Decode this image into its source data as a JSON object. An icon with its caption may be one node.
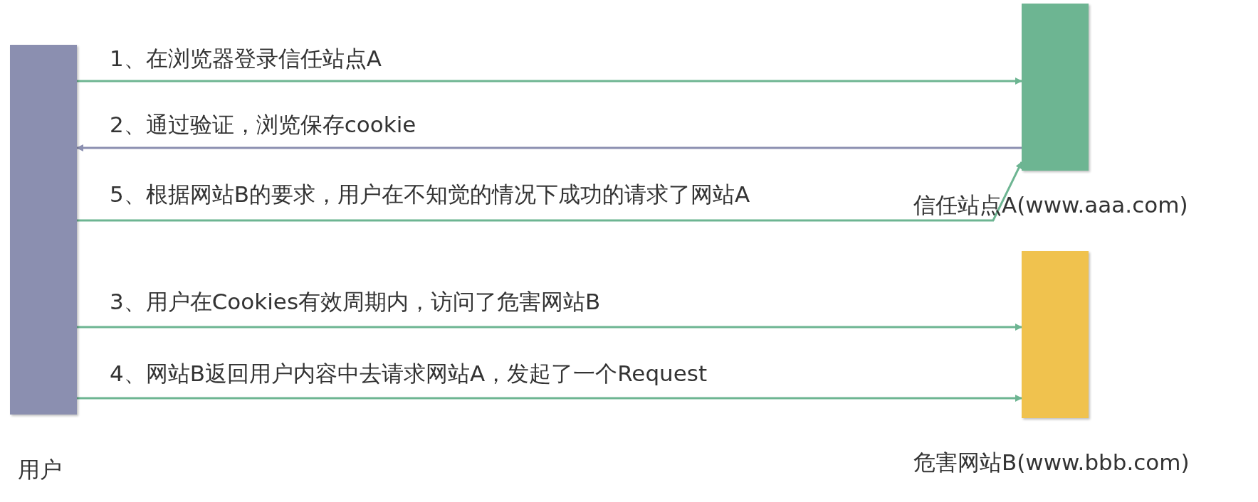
{
  "diagram": {
    "nodes": [
      {
        "text": [
          "用户"
        ]
      },
      {
        "text": [
          "信任站点A(www.aaa.com)"
        ]
      },
      {
        "text": [
          "危害网站B(www.bbb.com)"
        ]
      }
    ],
    "edges": [
      {
        "from": 0,
        "to": 1,
        "arrow": "to",
        "label": "1、在浏览器登录信任站点A"
      },
      {
        "from": 1,
        "to": 0,
        "arrow": "to",
        "label": "2、通过验证，浏览保存cookie",
        "color": "#8b8fb0"
      },
      {
        "from": 0,
        "to": 1,
        "arrow": "to",
        "label": "5、根据网站B的要求，用户在不知觉的情况下成功的请求了网站A"
      },
      {
        "from": 0,
        "to": 2,
        "arrow": "to",
        "label": "3、用户在Cookies有效周期内，访问了危害网站B"
      },
      {
        "from": 0,
        "to": 2,
        "arrow": "to",
        "label": "4、网站B返回用户内容中去请求网站A，发起了一个Request"
      }
    ]
  }
}
